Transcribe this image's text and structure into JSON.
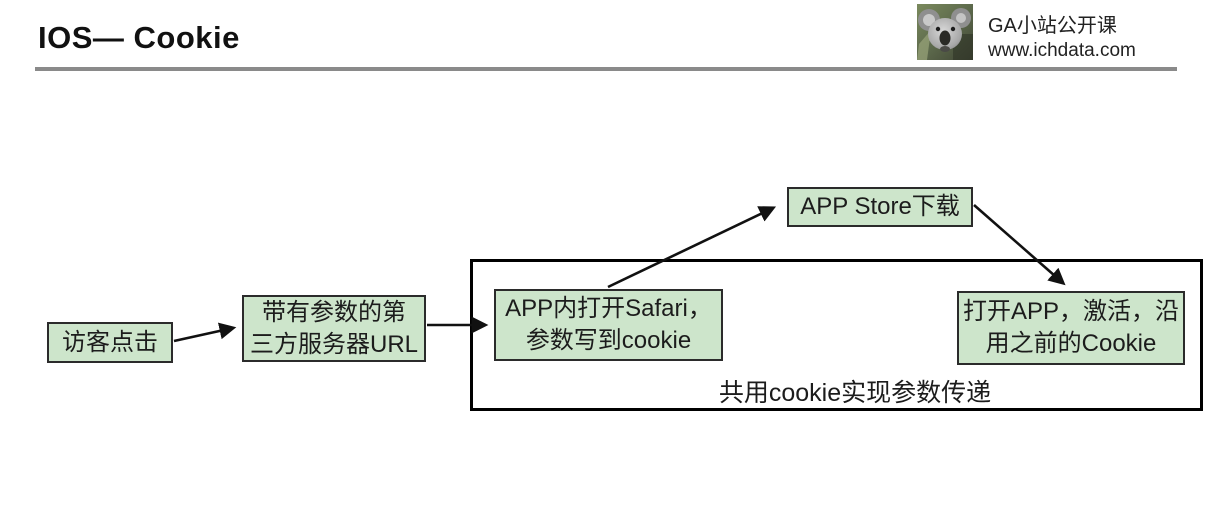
{
  "header": {
    "title": "IOS— Cookie",
    "brand_line1": "GA小站公开课",
    "brand_line2": "www.ichdata.com",
    "logo_icon": "koala-photo-icon",
    "rule_color": "#8a8a8a"
  },
  "diagram": {
    "box_fill_color": "#cde5cb",
    "box_border_color": "#2b2b2b",
    "arrow_color": "#111111",
    "nodes": {
      "visitor_click": "访客点击",
      "url_line1": "带有参数的第",
      "url_line2": "三方服务器URL",
      "safari_line1": "APP内打开Safari，",
      "safari_line2": "参数写到cookie",
      "app_store": "APP Store下载",
      "open_app_line1": "打开APP，激活，沿",
      "open_app_line2": "用之前的Cookie"
    },
    "container_caption": "共用cookie实现参数传递"
  }
}
